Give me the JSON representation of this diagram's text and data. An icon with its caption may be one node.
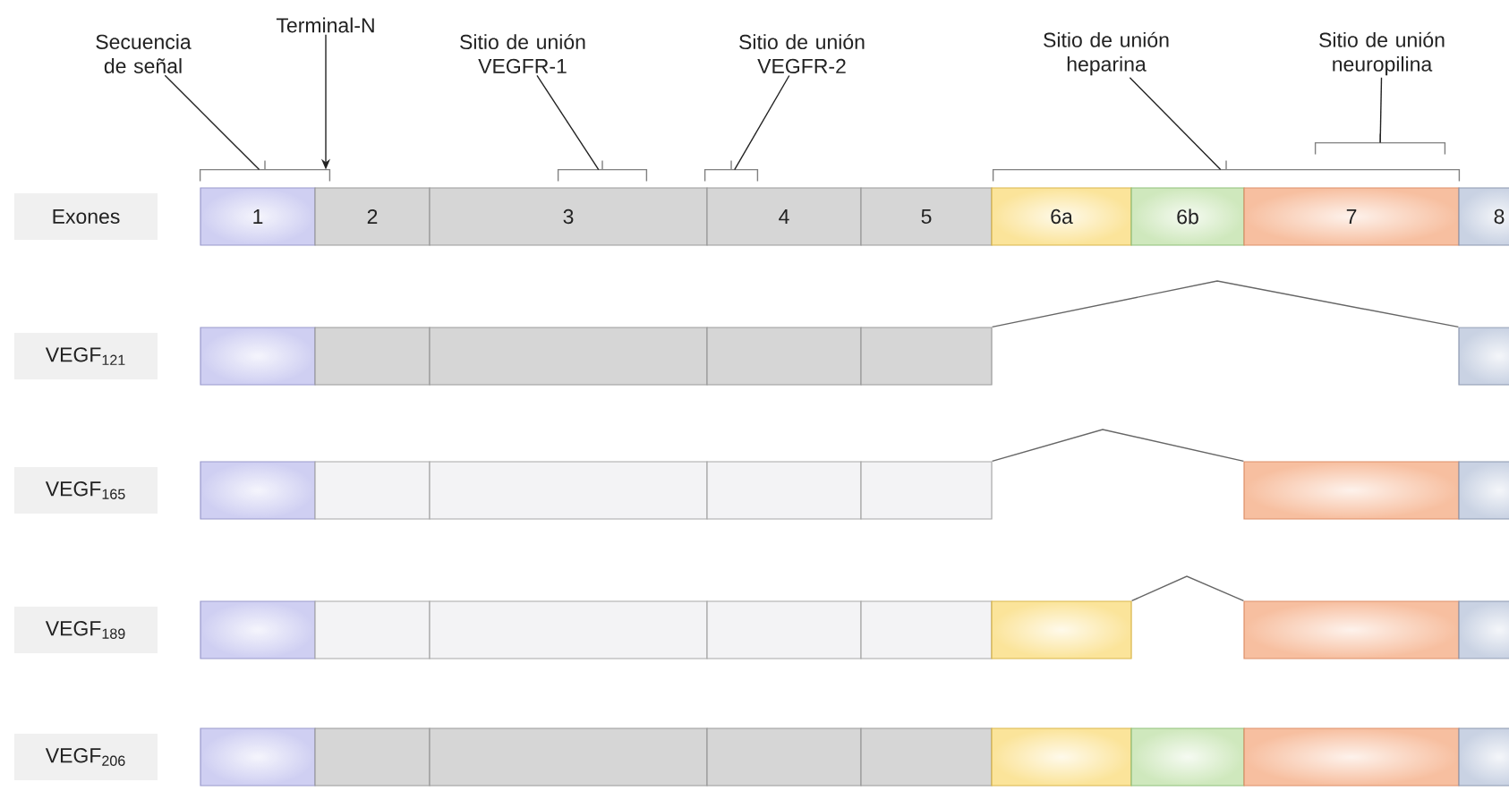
{
  "diagram": {
    "nodes": [
      {
        "text": [
          "Secuencia de señal"
        ]
      },
      {
        "text": [
          "Terminal-N"
        ]
      },
      {
        "text": [
          "Sitio de unión VEGFR-1"
        ]
      },
      {
        "text": [
          "Sitio de unión VEGFR-2"
        ]
      },
      {
        "text": [
          "Sitio de unión heparina"
        ]
      },
      {
        "text": [
          "Sitio de unión neuropilina"
        ]
      },
      {
        "text": [],
        "shape": "bracket"
      },
      {
        "text": [],
        "shape": "bracket"
      },
      {
        "text": [],
        "shape": "bracket"
      },
      {
        "text": [],
        "shape": "bracket"
      },
      {
        "text": [],
        "shape": "bracket"
      },
      {
        "text": [
          "Exones"
        ]
      },
      {
        "text": [
          "1"
        ]
      },
      {
        "text": [
          "2"
        ]
      },
      {
        "text": [
          "3"
        ]
      },
      {
        "text": [
          "4"
        ]
      },
      {
        "text": [
          "5"
        ]
      },
      {
        "text": [
          "6a"
        ]
      },
      {
        "text": [
          "6b"
        ]
      },
      {
        "text": [
          "7"
        ]
      },
      {
        "text": [
          "8"
        ]
      },
      {
        "text": [
          "VEGF$_{121}$"
        ]
      },
      {
        "text": [],
        "shape": "box"
      },
      {
        "text": [],
        "shape": "box"
      },
      {
        "text": [],
        "shape": "box"
      },
      {
        "text": [],
        "shape": "box"
      },
      {
        "text": [],
        "shape": "box"
      },
      {
        "text": [],
        "shape": "box"
      },
      {
        "text": [
          "VEGF$_{165}$"
        ]
      },
      {
        "text": [],
        "shape": "box"
      },
      {
        "text": [],
        "shape": "box"
      },
      {
        "text": [],
        "shape": "box"
      },
      {
        "text": [],
        "shape": "box"
      },
      {
        "text": [],
        "shape": "box"
      },
      {
        "text": [],
        "shape": "box"
      },
      {
        "text": [],
        "shape": "box"
      },
      {
        "text": [
          "VEGF$_{189}$"
        ]
      },
      {
        "text": [],
        "shape": "box"
      },
      {
        "text": [],
        "shape": "box"
      },
      {
        "text": [],
        "shape": "box"
      },
      {
        "text": [],
        "shape": "box"
      },
      {
        "text": [],
        "shape": "box"
      },
      {
        "text": [],
        "shape": "box"
      },
      {
        "text": [],
        "shape": "box"
      },
      {
        "text": [],
        "shape": "box"
      },
      {
        "text": [
          "VEGF$_{206}$"
        ]
      },
      {
        "text": [],
        "shape": "box"
      },
      {
        "text": [],
        "shape": "box"
      },
      {
        "text": [],
        "shape": "box"
      },
      {
        "text": [],
        "shape": "box"
      },
      {
        "text": [],
        "shape": "box"
      },
      {
        "text": [],
        "shape": "box"
      },
      {
        "text": [],
        "shape": "box"
      },
      {
        "text": [],
        "shape": "box"
      },
      {
        "text": [],
        "shape": "box"
      }
    ],
    "edges": [
      {
        "from": 0,
        "to": 6,
        "arrow": "none"
      },
      {
        "from": 1,
        "to": 6,
        "arrow": "to"
      },
      {
        "from": 2,
        "to": 7,
        "arrow": "none"
      },
      {
        "from": 3,
        "to": 8,
        "arrow": "none"
      },
      {
        "from": 4,
        "to": 9,
        "arrow": "none"
      },
      {
        "from": 5,
        "to": 10,
        "arrow": "none"
      },
      {
        "from": 26,
        "to": 27,
        "arrow": "none"
      },
      {
        "from": 33,
        "to": 34,
        "arrow": "none"
      },
      {
        "from": 42,
        "to": 43,
        "arrow": "none"
      }
    ]
  }
}
